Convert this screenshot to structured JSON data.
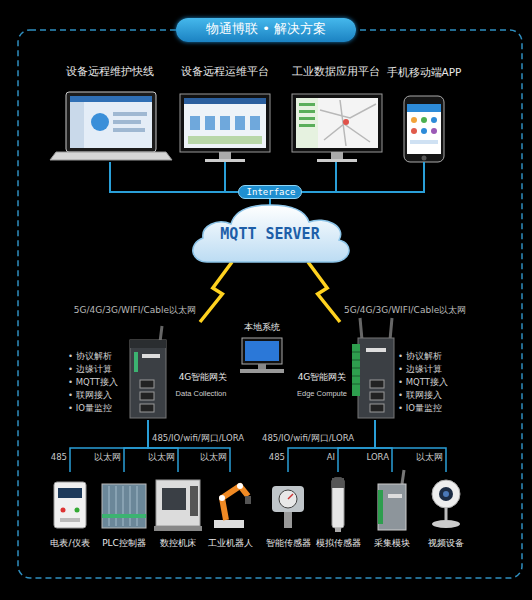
{
  "diagram": {
    "nodes": [
      {
        "text": [
          "物通博联 • 解决方案"
        ]
      },
      {
        "text": [
          "设备远程维护快线"
        ]
      },
      {
        "text": [
          "设备远程运维平台"
        ]
      },
      {
        "text": [
          "工业数据应用平台"
        ]
      },
      {
        "text": [
          "手机移动端APP"
        ]
      },
      {
        "text": [
          "Interface"
        ]
      },
      {
        "text": [
          "MQTT SERVER"
        ]
      },
      {
        "text": [
          "• 协议解析",
          "• 边缘计算",
          "• MQTT接入",
          "• 联网接入",
          "• IO量监控",
          "4G智能网关",
          "Data Collection"
        ]
      },
      {
        "text": [
          "本地系统"
        ]
      },
      {
        "text": [
          "4G智能网关",
          "Edge Compute",
          "• 协议解析",
          "• 边缘计算",
          "• MQTT接入",
          "• 联网接入",
          "• IO量监控"
        ]
      },
      {
        "text": [
          "电表/仪表"
        ]
      },
      {
        "text": [
          "PLC控制器"
        ]
      },
      {
        "text": [
          "数控机床"
        ]
      },
      {
        "text": [
          "工业机器人"
        ]
      },
      {
        "text": [
          "智能传感器"
        ]
      },
      {
        "text": [
          "模拟传感器"
        ]
      },
      {
        "text": [
          "采集模块"
        ]
      },
      {
        "text": [
          "视频设备"
        ]
      }
    ],
    "edges": [
      {
        "from": 1,
        "to": 5,
        "arrow": "none"
      },
      {
        "from": 2,
        "to": 5,
        "arrow": "none"
      },
      {
        "from": 3,
        "to": 5,
        "arrow": "none"
      },
      {
        "from": 4,
        "to": 5,
        "arrow": "none"
      },
      {
        "from": 5,
        "to": 6,
        "arrow": "none"
      },
      {
        "from": 6,
        "to": 7,
        "label": "5G/4G/3G/WIFI/Cable以太网",
        "arrow": "none"
      },
      {
        "from": 6,
        "to": 9,
        "label": "5G/4G/3G/WIFI/Cable以太网",
        "arrow": "none"
      },
      {
        "from": 7,
        "to": 10,
        "label": "485",
        "arrow": "none"
      },
      {
        "from": 7,
        "to": 11,
        "label": "以太网",
        "arrow": "none"
      },
      {
        "from": 7,
        "to": 12,
        "label": "以太网",
        "arrow": "none"
      },
      {
        "from": 7,
        "to": 13,
        "label": "以太网",
        "arrow": "none"
      },
      {
        "from": 9,
        "to": 14,
        "label": "485",
        "arrow": "none"
      },
      {
        "from": 9,
        "to": 15,
        "label": "AI",
        "arrow": "none"
      },
      {
        "from": 9,
        "to": 16,
        "label": "LORA",
        "arrow": "none"
      },
      {
        "from": 9,
        "to": 17,
        "label": "以太网",
        "arrow": "none"
      }
    ],
    "labels": [
      "485/IO/wifi/网口/LORA",
      "485/IO/wifi/网口/LORA"
    ]
  }
}
